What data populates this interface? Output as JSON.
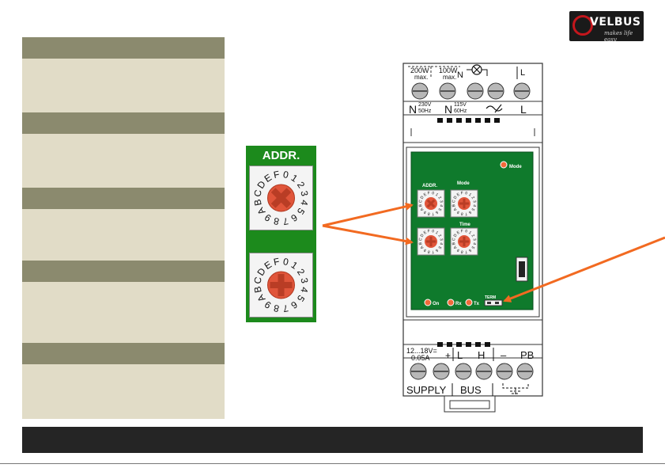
{
  "logo": {
    "brand": "VELBUS",
    "tagline": "makes life easy"
  },
  "zoom_panel": {
    "title": "ADDR.",
    "dial_digits": [
      "0",
      "1",
      "2",
      "3",
      "4",
      "5",
      "6",
      "7",
      "8",
      "9",
      "A",
      "B",
      "C",
      "D",
      "E",
      "F"
    ]
  },
  "device": {
    "top_labels": {
      "power_200": "200W",
      "max1": "max.",
      "power_100": "100W",
      "max2": "max.",
      "neutral": "N",
      "line": "L"
    },
    "top_terminals": {
      "n230": "N",
      "v230": "230V",
      "hz50": "50Hz",
      "n115": "N",
      "v115": "115V",
      "hz60": "60Hz",
      "l": "L"
    },
    "pcb": {
      "mode_led": "Mode",
      "addr": "ADDR.",
      "mode": "Mode",
      "time": "Time",
      "term": "TERM",
      "on": "On",
      "rx": "Rx",
      "tx": "Tx"
    },
    "bottom_labels": {
      "voltage": "12...18V=",
      "current": "0.05A",
      "plus": "+",
      "l": "L",
      "h": "H",
      "minus": "–",
      "pb": "PB",
      "supply": "SUPPLY",
      "bus": "BUS"
    }
  },
  "colors": {
    "pcb_green": "#0f7a2c",
    "arrow_orange": "#f26a21",
    "dial_red": "#e0553a",
    "panel_head": "#8b8a6e",
    "panel_body": "#e1dcc7"
  }
}
